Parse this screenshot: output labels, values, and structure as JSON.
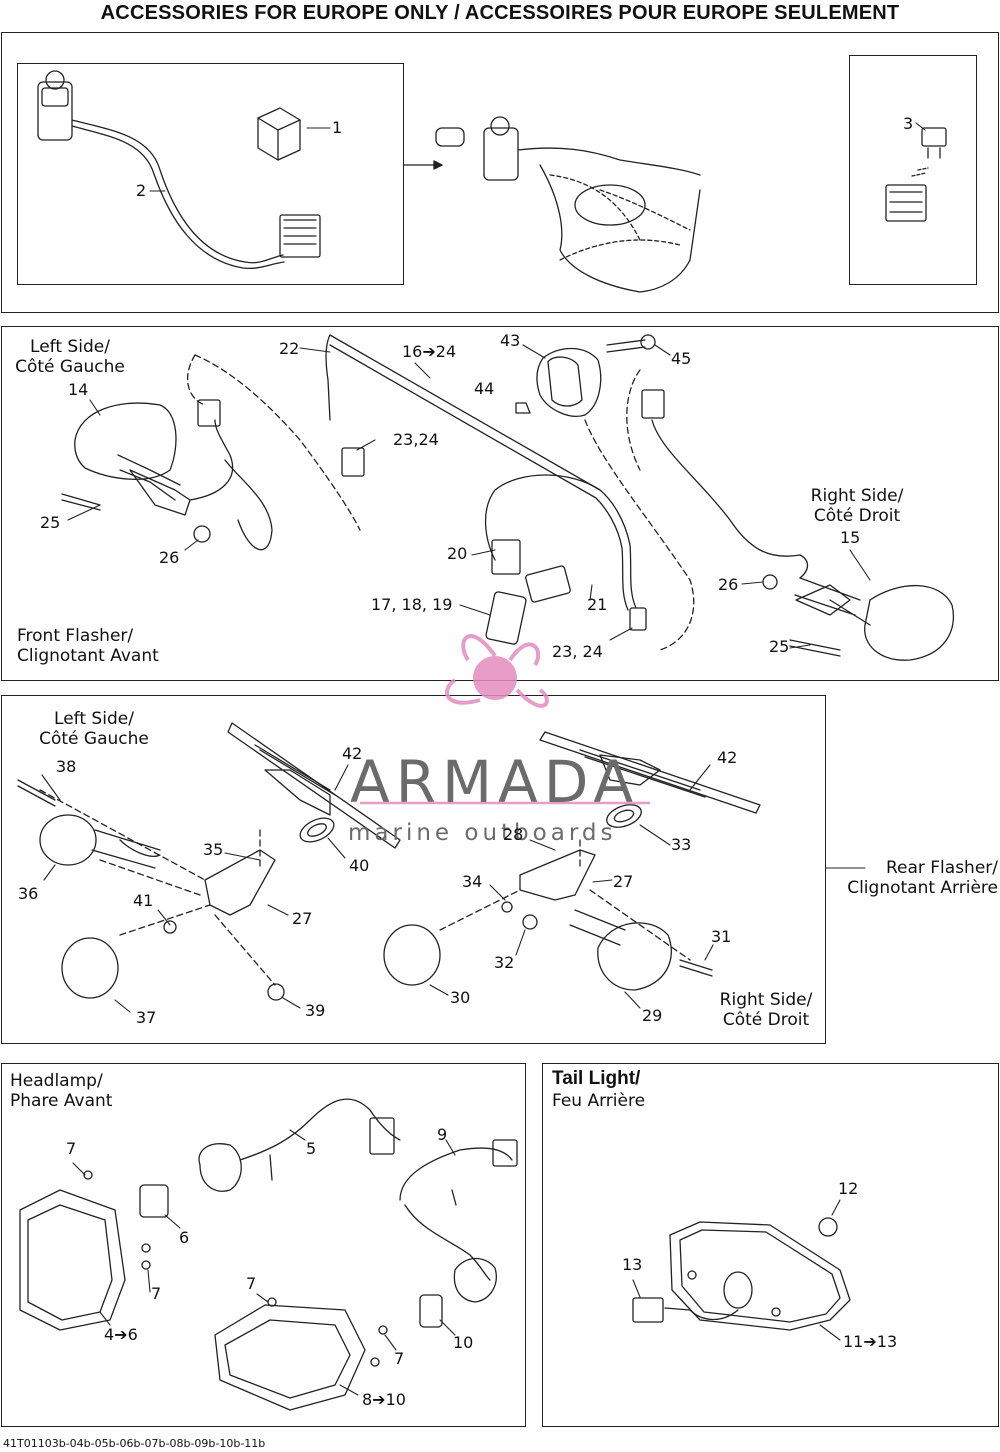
{
  "title": "ACCESSORIES FOR EUROPE ONLY / ACCESSOIRES POUR EUROPE SEULEMENT",
  "sections": {
    "front_flasher": {
      "left_side": "Left Side/\nCôté Gauche",
      "right_side": "Right Side/\nCôté Droit",
      "caption": "Front Flasher/\nClignotant Avant"
    },
    "rear_flasher": {
      "left_side": "Left Side/\nCôté Gauche",
      "right_side": "Right Side/\nCôté Droit",
      "caption": "Rear Flasher/\nClignotant Arrière"
    },
    "headlamp": {
      "caption": "Headlamp/\nPhare Avant"
    },
    "tail_light": {
      "caption_bold": "Tail Light/",
      "caption_sub": "Feu Arrière"
    }
  },
  "callouts": {
    "c1": "1",
    "c2": "2",
    "c3": "3",
    "c22": "22",
    "c16_24": "16➔24",
    "c43": "43",
    "c45": "45",
    "c44": "44",
    "c14": "14",
    "c23_24a": "23,24",
    "c25a": "25",
    "c26a": "26",
    "c20": "20",
    "c17_19": "17, 18, 19",
    "c21": "21",
    "c23_24b": "23, 24",
    "c15": "15",
    "c26b": "26",
    "c25b": "25",
    "c38": "38",
    "c42a": "42",
    "c42b": "42",
    "c35": "35",
    "c40": "40",
    "c28": "28",
    "c33": "33",
    "c36": "36",
    "c41": "41",
    "c27a": "27",
    "c34": "34",
    "c27b": "27",
    "c31": "31",
    "c32": "32",
    "c37": "37",
    "c39": "39",
    "c30": "30",
    "c29": "29",
    "c7a": "7",
    "c5": "5",
    "c9": "9",
    "c6": "6",
    "c7b": "7",
    "c4_6": "4➔6",
    "c7c": "7",
    "c7d": "7",
    "c10": "10",
    "c8_10": "8➔10",
    "c12": "12",
    "c13": "13",
    "c11_13": "11➔13"
  },
  "watermark": {
    "brand": "ARMADA",
    "tagline": "marine outboards",
    "accent_color": "#e48bbf"
  },
  "footer_code": "41T01103b-04b-05b-06b-07b-08b-09b-10b-11b",
  "line_color": "#222222"
}
